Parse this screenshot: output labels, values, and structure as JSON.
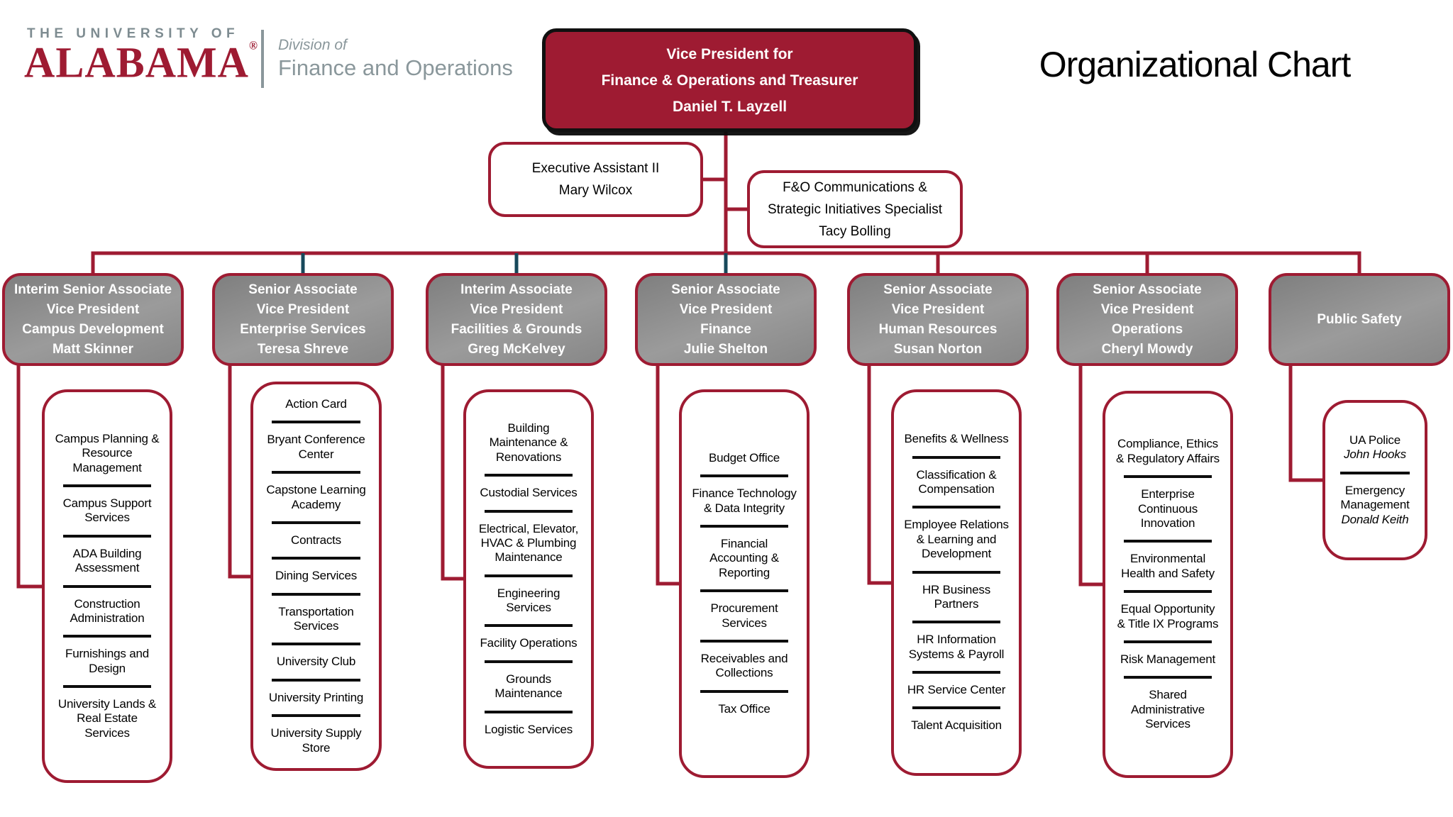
{
  "colors": {
    "crimson": "#9E1B32",
    "teal": "#17495B",
    "header_gray": "#8c8c8c",
    "logo_gray": "#8a979b"
  },
  "logo": {
    "university": "THE UNIVERSITY OF",
    "wordmark": "ALABAMA",
    "registered": "®",
    "division_label": "Division of",
    "division_name": "Finance and Operations"
  },
  "title": "Organizational Chart",
  "root": {
    "lines": [
      "Vice President for",
      "Finance & Operations and Treasurer",
      "Daniel T. Layzell"
    ]
  },
  "assistants": [
    {
      "lines": [
        "Executive Assistant II",
        "Mary Wilcox"
      ]
    },
    {
      "lines": [
        "F&O Communications &",
        "Strategic Initiatives Specialist",
        "Tacy Bolling"
      ]
    }
  ],
  "connector_stub_colors": [
    "crimson",
    "teal",
    "teal",
    "teal",
    "crimson",
    "crimson",
    "crimson"
  ],
  "columns": [
    {
      "header": [
        "Interim Senior Associate",
        "Vice President",
        "Campus Development",
        "Matt Skinner"
      ],
      "items": [
        "Campus Planning & Resource Management",
        "Campus Support Services",
        "ADA Building Assessment",
        "Construction Administration",
        "Furnishings and Design",
        "University Lands & Real Estate Services"
      ]
    },
    {
      "header": [
        "Senior Associate",
        "Vice President",
        "Enterprise Services",
        "Teresa Shreve"
      ],
      "items": [
        "Action Card",
        "Bryant Conference Center",
        "Capstone Learning Academy",
        "Contracts",
        "Dining Services",
        "Transportation Services",
        "University Club",
        "University Printing",
        "University Supply Store"
      ]
    },
    {
      "header": [
        "Interim Associate",
        "Vice President",
        "Facilities & Grounds",
        "Greg McKelvey"
      ],
      "items": [
        "Building Maintenance & Renovations",
        "Custodial Services",
        "Electrical, Elevator, HVAC & Plumbing Maintenance",
        "Engineering Services",
        "Facility Operations",
        "Grounds Maintenance",
        "Logistic Services"
      ]
    },
    {
      "header": [
        "Senior Associate",
        "Vice President",
        "Finance",
        "Julie Shelton"
      ],
      "items": [
        "Budget Office",
        "Finance Technology & Data Integrity",
        "Financial Accounting & Reporting",
        "Procurement Services",
        "Receivables and Collections",
        "Tax Office"
      ]
    },
    {
      "header": [
        "Senior Associate",
        "Vice President",
        "Human Resources",
        "Susan Norton"
      ],
      "items": [
        "Benefits & Wellness",
        "Classification & Compensation",
        "Employee Relations & Learning and Development",
        "HR Business Partners",
        "HR Information Systems & Payroll",
        "HR Service Center",
        "Talent Acquisition"
      ]
    },
    {
      "header": [
        "Senior Associate",
        "Vice President",
        "Operations",
        "Cheryl Mowdy"
      ],
      "items": [
        "Compliance, Ethics & Regulatory Affairs",
        "Enterprise Continuous Innovation",
        "Environmental Health and Safety",
        "Equal Opportunity & Title IX Programs",
        "Risk Management",
        "Shared Administrative Services"
      ]
    },
    {
      "header": [
        "Public Safety"
      ],
      "items": [
        {
          "label": "UA Police",
          "name": "John Hooks"
        },
        {
          "label": "Emergency Management",
          "name": "Donald Keith"
        }
      ]
    }
  ]
}
